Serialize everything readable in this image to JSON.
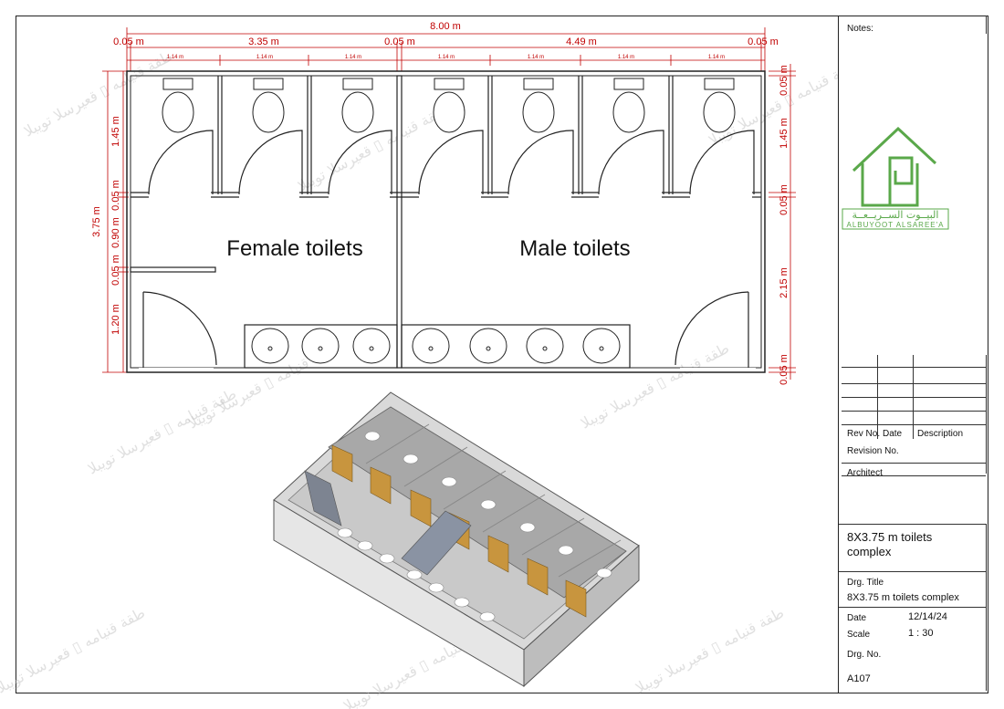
{
  "plan": {
    "overall_width": "8.00 m",
    "top_dims": [
      "0.05 m",
      "3.35 m",
      "0.05 m",
      "4.49 m",
      "0.05 m"
    ],
    "cubicle_width": "1.14 m",
    "left_dims": [
      "1.45 m",
      "0.05 m",
      "0.90 m",
      "0.05 m",
      "1.20 m"
    ],
    "overall_depth": "3.75 m",
    "right_dims": [
      "0.05 m",
      "1.45 m",
      "0.05 m",
      "2.15 m",
      "0.05 m"
    ],
    "rooms": [
      "Female toilets",
      "Male toilets"
    ]
  },
  "watermark": "طقة قنيامه ▯ قعيرسلا تويبلا",
  "title_block": {
    "notes_label": "Notes:",
    "logo": {
      "arabic": "البيــوت الســريــعــة",
      "latin": "ALBUYOOT ALSAREE'A",
      "color": "#5aa84a"
    },
    "rev_no_label": "Rev No.",
    "date_col_label": "Date",
    "description_label": "Description",
    "revision_no_label": "Revision No.",
    "architect_label": "Architect",
    "project_title": "8X3.75 m toilets complex",
    "drg_title_label": "Drg. Title",
    "drg_title": "8X3.75 m toilets complex",
    "date_label": "Date",
    "date_value": "12/14/24",
    "scale_label": "Scale",
    "scale_value": "1 : 30",
    "drg_no_label": "Drg. No.",
    "drg_no": "A107"
  }
}
